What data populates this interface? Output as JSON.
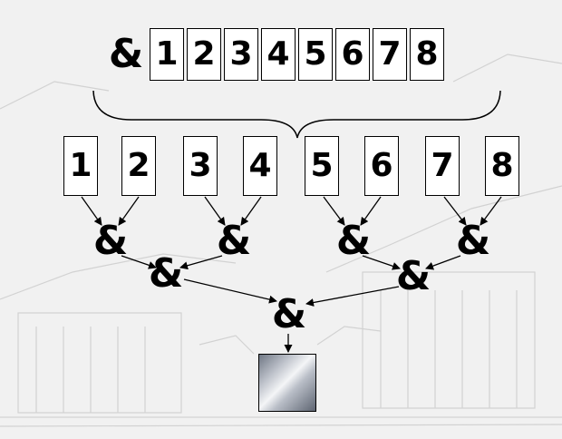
{
  "operator_symbol": "&",
  "input_array": [
    "1",
    "2",
    "3",
    "4",
    "5",
    "6",
    "7",
    "8"
  ],
  "split_elements": [
    "1",
    "2",
    "3",
    "4",
    "5",
    "6",
    "7",
    "8"
  ],
  "reduction_levels": [
    {
      "nodes": [
        "&",
        "&",
        "&",
        "&"
      ]
    },
    {
      "nodes": [
        "&",
        "&"
      ]
    },
    {
      "nodes": [
        "&"
      ]
    }
  ],
  "result_icon": "gradient-result-square",
  "colors": {
    "stroke": "#000000",
    "box_fill": "#ffffff",
    "background": "#f1f1f1"
  }
}
